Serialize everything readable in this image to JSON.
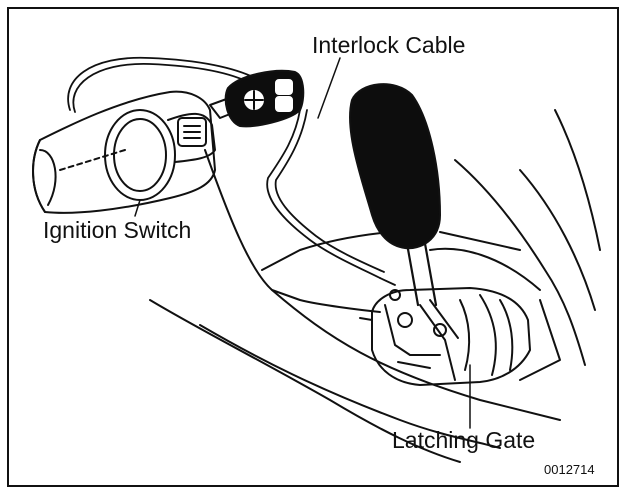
{
  "labels": {
    "interlock_cable": "Interlock Cable",
    "ignition_switch": "Ignition Switch",
    "latching_gate": "Latching Gate"
  },
  "figure_code": "0012714",
  "colors": {
    "ink": "#111111",
    "paper": "#ffffff",
    "knob": "#0d0d0d"
  }
}
